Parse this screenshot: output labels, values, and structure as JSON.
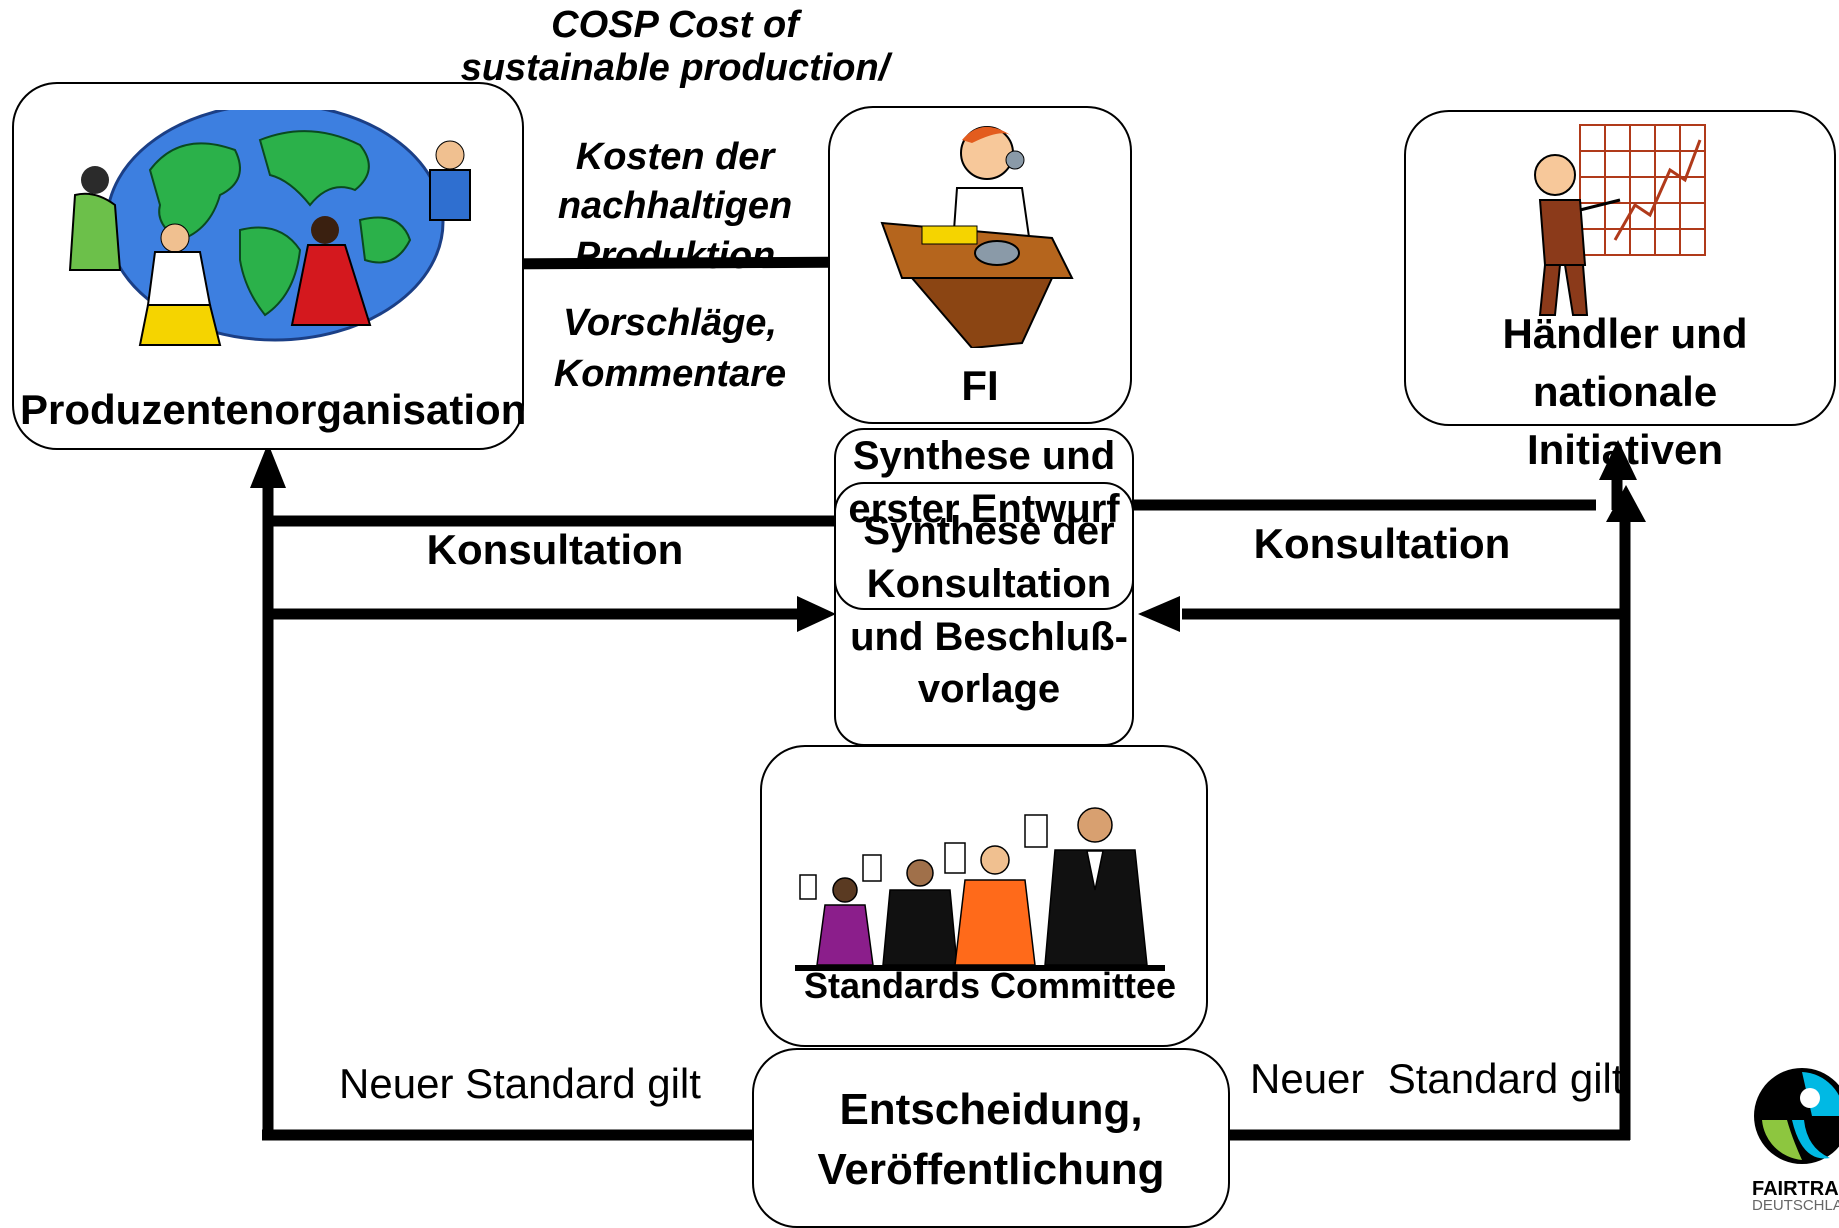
{
  "labels": {
    "cosp": [
      "COSP Cost of",
      "sustainable production/"
    ],
    "kosten": [
      "Kosten der nachhaltigen",
      "Produktion"
    ],
    "vorschlaege": [
      "Vorschläge,",
      "Kommentare"
    ],
    "producer": "Produzentenorganisation",
    "fi": "FI",
    "traders": [
      "Händler und",
      "nationale",
      "Initiativen"
    ],
    "synthesis1": [
      "Synthese und",
      "erster Entwurf"
    ],
    "synthesis2": [
      "Synthese der",
      "Konsultation",
      "und Beschluß-",
      "vorlage"
    ],
    "konsultation_left": "Konsultation",
    "konsultation_right": "Konsultation",
    "committee": "Standards Committee",
    "decision": [
      "Entscheidung,",
      "Veröffentlichung"
    ],
    "new_standard_left": "Neuer Standard gilt",
    "new_standard_right": "Neuer  Standard gilt",
    "logo_text": [
      "FAIRTRADE",
      "DEUTSCHLAND"
    ]
  },
  "colors": {
    "line": "#000000",
    "globe_ocean": "#3d7fe0",
    "globe_land": "#2bb14a",
    "chart_grid": "#b03a1a",
    "logo_blue": "#00b9e4",
    "logo_green": "#8dc63f",
    "logo_black": "#000000"
  },
  "icons": {
    "producer": "globe-people-icon",
    "fi": "man-on-phone-desk-icon",
    "traders": "man-pointing-chart-icon",
    "committee": "voting-committee-icon",
    "logo": "fairtrade-logo-icon"
  }
}
